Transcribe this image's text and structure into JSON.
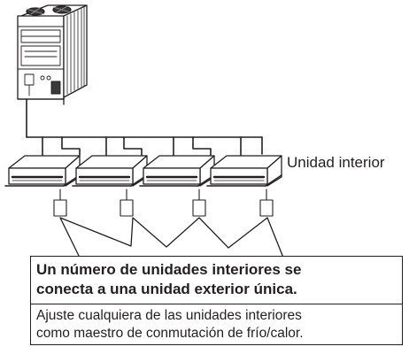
{
  "diagram": {
    "indoor_unit_label": "Unidad interior",
    "indoor_unit_count": 4,
    "callout": {
      "heading_line1": "Un número de unidades interiores se",
      "heading_line2": "conecta a una unidad exterior única.",
      "body_line1": "Ajuste cualquiera de las unidades interiores",
      "body_line2": "como maestro de conmutación de frío/calor."
    }
  }
}
